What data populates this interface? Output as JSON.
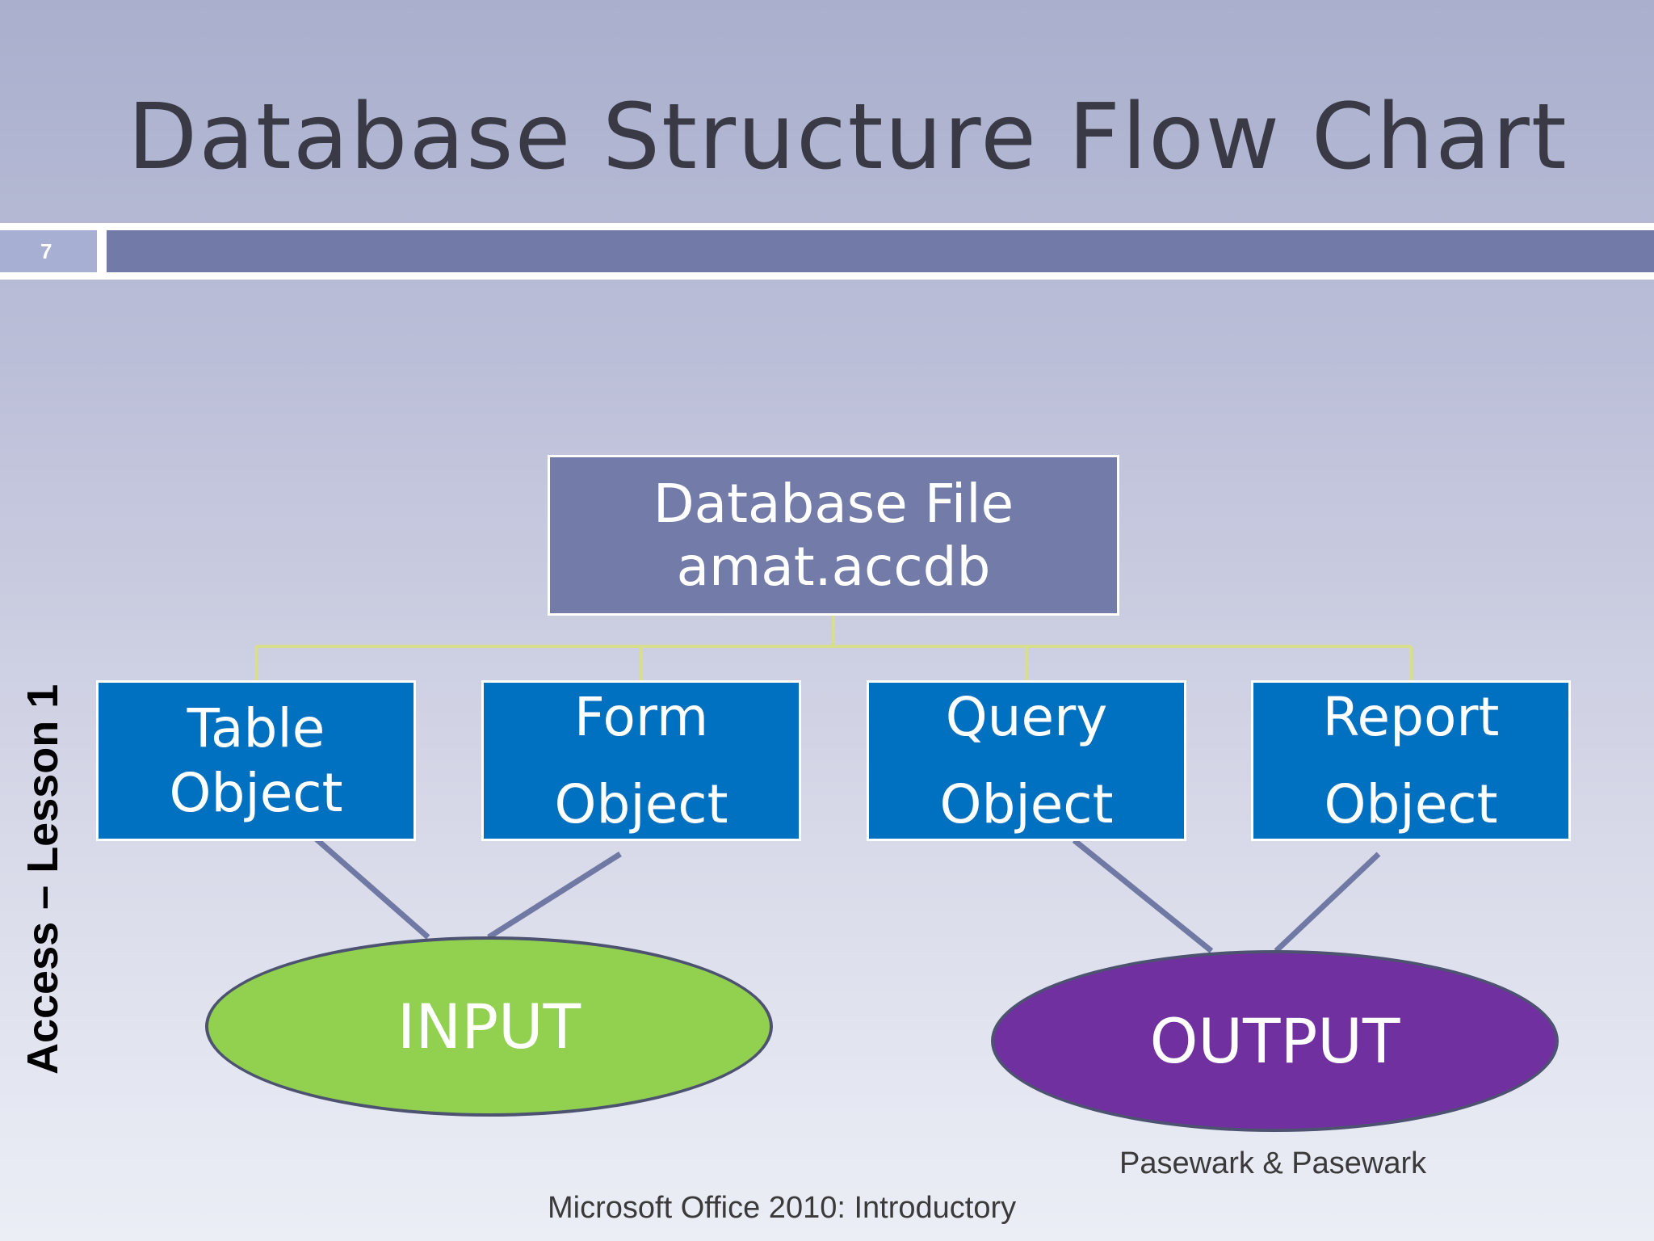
{
  "slide": {
    "title": "Database Structure Flow Chart",
    "number": "7",
    "side_label": "Access – Lesson 1",
    "footer_author": "Pasewark & Pasewark",
    "footer_book": "Microsoft Office 2010:  Introductory"
  },
  "diagram": {
    "root": {
      "line1": "Database File",
      "line2": "amat.accdb"
    },
    "children": [
      {
        "line1": "Table",
        "line2": "Object"
      },
      {
        "line1": "Form",
        "line2": "Object"
      },
      {
        "line1": "Query",
        "line2": "Object"
      },
      {
        "line1": "Report",
        "line2": "Object"
      }
    ],
    "input_label": "INPUT",
    "output_label": "OUTPUT"
  },
  "colors": {
    "root_fill": "#737ca8",
    "child_fill": "#0070c0",
    "input_fill": "#92d050",
    "output_fill": "#7030a0",
    "connector": "#d7df8f",
    "link_line": "#6f79a3"
  }
}
